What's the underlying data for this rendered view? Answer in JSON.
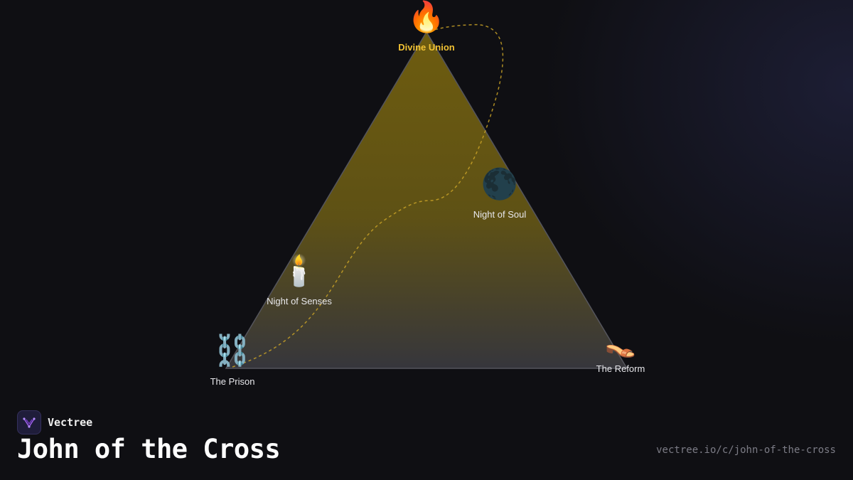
{
  "brand": {
    "name": "Vectree",
    "logo_icon": "vectree-logo-icon"
  },
  "title": "John of the Cross",
  "url": "vectree.io/c/john-of-the-cross",
  "nodes": [
    {
      "id": "apex",
      "label": "Divine Union",
      "icon": "🔥",
      "icon_name": "fire-icon"
    },
    {
      "id": "soul",
      "label": "Night of Soul",
      "icon": "🌑",
      "icon_name": "new-moon-icon"
    },
    {
      "id": "senses",
      "label": "Night of Senses",
      "icon": "🕯️",
      "icon_name": "candle-icon"
    },
    {
      "id": "prison",
      "label": "The Prison",
      "icon": "⛓️",
      "icon_name": "chains-icon"
    },
    {
      "id": "reform",
      "label": "The Reform",
      "icon": "👡",
      "icon_name": "sandal-icon"
    }
  ],
  "colors": {
    "apex_label": "#f2c233",
    "triangle_top": "#6b5a10",
    "triangle_bottom": "#3a3a40",
    "path_line": "#c9a227",
    "background": "#0f0f13"
  }
}
